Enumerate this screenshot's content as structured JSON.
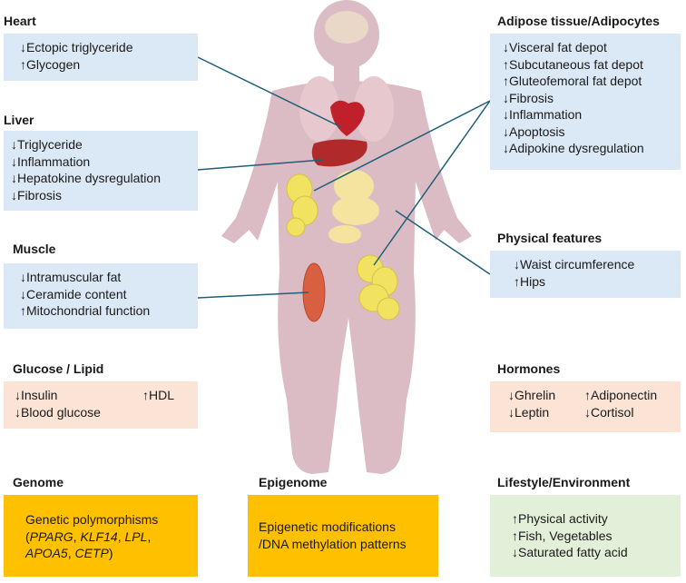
{
  "heart": {
    "heading": "Heart",
    "lines": [
      "↓Ectopic triglyceride",
      "↑Glycogen"
    ]
  },
  "liver": {
    "heading": "Liver",
    "lines": [
      "↓Triglyceride",
      "↓Inflammation",
      "↓Hepatokine dysregulation",
      "↓Fibrosis"
    ]
  },
  "muscle": {
    "heading": "Muscle",
    "lines": [
      "↓Intramuscular fat",
      "↓Ceramide content",
      "↑Mitochondrial function"
    ]
  },
  "glucose_lipid": {
    "heading": "Glucose / Lipid",
    "col1": [
      "↓Insulin",
      "↓Blood glucose"
    ],
    "col2": [
      "↑HDL",
      ""
    ]
  },
  "adipose": {
    "heading": "Adipose tissue/Adipocytes",
    "lines": [
      "↓Visceral fat depot",
      "↑Subcutaneous fat depot",
      "↑Gluteofemoral fat depot",
      "↓Fibrosis",
      "↓Inflammation",
      "↓Apoptosis",
      "↓Adipokine dysregulation"
    ]
  },
  "physical": {
    "heading": "Physical features",
    "lines": [
      "↓Waist circumference",
      "↑Hips"
    ]
  },
  "hormones": {
    "heading": "Hormones",
    "col1": [
      "↓Ghrelin",
      "↓Leptin"
    ],
    "col2": [
      "↑Adiponectin",
      "↓Cortisol"
    ]
  },
  "genome": {
    "heading": "Genome",
    "line1": "Genetic polymorphisms",
    "genes": [
      "PPARG",
      "KLF14",
      "LPL",
      "APOA5",
      "CETP"
    ]
  },
  "epigenome": {
    "heading": "Epigenome",
    "lines": [
      "Epigenetic modifications",
      "/DNA methylation patterns"
    ]
  },
  "lifestyle": {
    "heading": "Lifestyle/Environment",
    "lines": [
      "↑Physical activity",
      "↑Fish, Vegetables",
      "↓Saturated fatty acid"
    ]
  },
  "colors": {
    "blue_box": "#dbe8f5",
    "pink_box": "#fbe3d6",
    "orange_box": "#ffc000",
    "green_box": "#e2efd9",
    "connector": "#1f5f7a",
    "body": "#dcbcc4"
  }
}
